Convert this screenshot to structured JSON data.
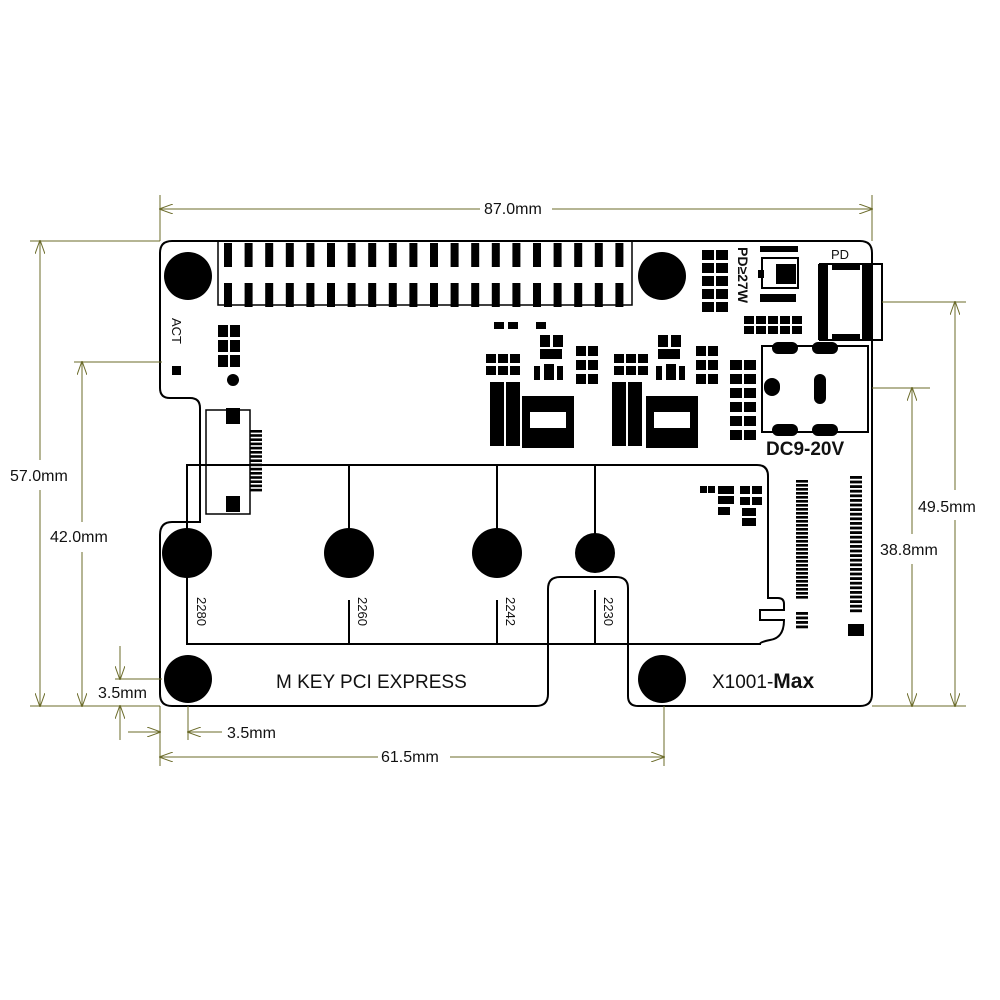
{
  "dimensions": {
    "width_total": "87.0mm",
    "height_total": "57.0mm",
    "hole_offset_y": "42.0mm",
    "hole_margin_y": "3.5mm",
    "hole_margin_x": "3.5mm",
    "hole_spacing_x": "61.5mm",
    "port_height": "49.5mm",
    "jack_height": "38.8mm"
  },
  "board": {
    "act_label": "ACT",
    "pd_power_label": "PD≥27W",
    "pd_label": "PD",
    "dc_label": "DC9-20V",
    "slot_label": "M KEY PCI EXPRESS",
    "model_prefix": "X1001-",
    "model_suffix": "Max",
    "sizes": [
      "2280",
      "2260",
      "2242",
      "2230"
    ]
  },
  "colors": {
    "ink": "#000000",
    "board": "#ffffff",
    "dimline": "#6b6b2a"
  }
}
